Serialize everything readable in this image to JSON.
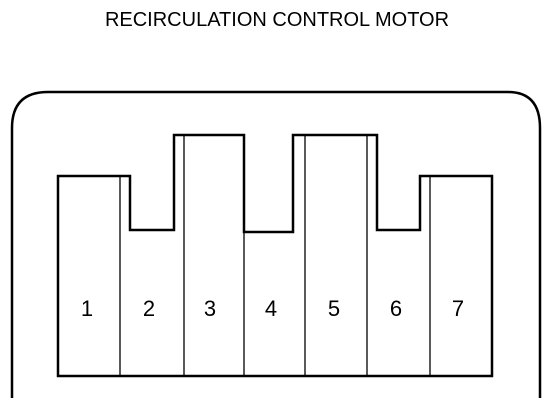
{
  "title": "RECIRCULATION CONTROL MOTOR",
  "colors": {
    "line": "#000000",
    "background": "#ffffff"
  },
  "pins": [
    {
      "label": "1"
    },
    {
      "label": "2"
    },
    {
      "label": "3"
    },
    {
      "label": "4"
    },
    {
      "label": "5"
    },
    {
      "label": "6"
    },
    {
      "label": "7"
    }
  ]
}
